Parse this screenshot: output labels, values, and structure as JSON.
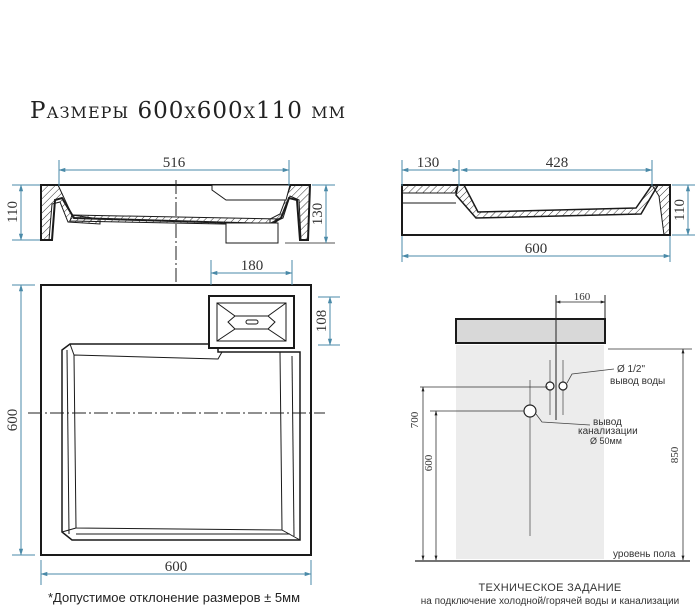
{
  "title": "Размеры 600х600х110 мм",
  "section_left": {
    "width_dim": "516",
    "height_left_dim": "110",
    "height_right_dim": "130"
  },
  "section_right": {
    "ledge_dim": "130",
    "bowl_dim": "428",
    "height_dim": "110",
    "total_dim": "600"
  },
  "plan_view": {
    "drain_width_dim": "180",
    "drain_depth_dim": "108",
    "height_dim": "600",
    "width_dim": "600"
  },
  "installation": {
    "offset_dim": "160",
    "water_outlet_label": "Ø 1/2\"",
    "water_outlet_text": "вывод воды",
    "sewer_label_line1": "вывод",
    "sewer_label_line2": "канализации",
    "sewer_label_line3": "Ø 50мм",
    "dim_700": "700",
    "dim_600": "600",
    "dim_850": "850",
    "floor_level": "уровень пола",
    "spec_title": "ТЕХНИЧЕСКОЕ ЗАДАНИЕ",
    "spec_subtitle": "на подключение холодной/горячей воды и канализации"
  },
  "tolerance_note": "*Допустимое отклонение размеров ± 5мм",
  "colors": {
    "line": "#1a1a1a",
    "dimension": "#4a8aa8",
    "wall": "#e9e9e9"
  }
}
